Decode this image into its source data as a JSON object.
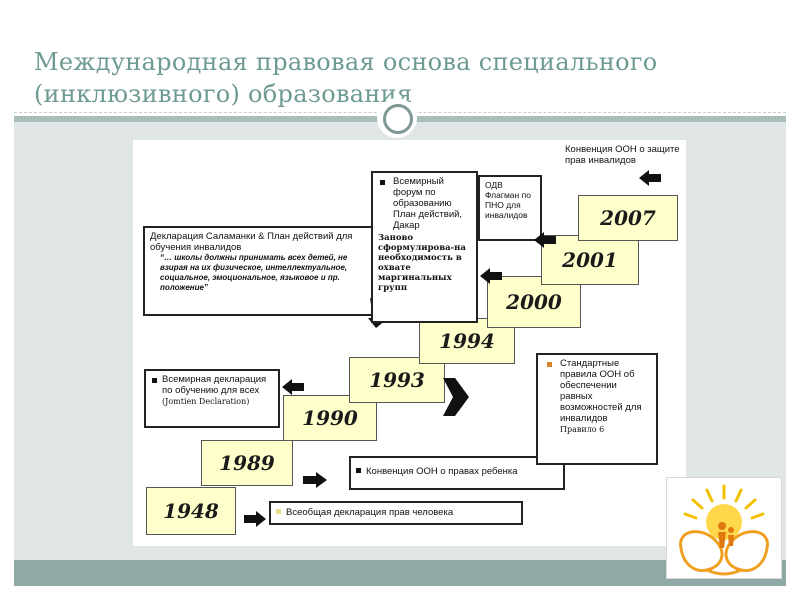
{
  "title": "Международная правовая основа специального (инклюзивного) образования",
  "years": [
    "1948",
    "1989",
    "1990",
    "1993",
    "1994",
    "2000",
    "2001",
    "2007"
  ],
  "boxes": {
    "udhr": "Всеобщая декларация прав человека",
    "crc": "Конвенция ООН о правах ребенка",
    "jomtien_title": "Всемирная декларация по обучению для всех",
    "jomtien_note": "(Jomtien Declaration)",
    "standard_rules_title": "Стандартные правила ООН об обеспечении равных возможностей для инвалидов",
    "standard_rules_note": "Правило 6",
    "salamanca_title": "Декларация Саламанки & План действий для обучения инвалидов",
    "salamanca_quote": "“… школы должны принимать всех детей, не взирая на их физическое, интеллектуальное, социальное, эмоциональное, языковое и пр. положение”",
    "dakar_title": "Всемирный форум по образованию План действий, Дакар",
    "dakar_note": "Заново сформулирова-на необходимость в охвате маргинальных групп",
    "odv": "ОДВ Флагман по ПНО для инвалидов",
    "convention": "Конвенция ООН о защите прав инвалидов"
  },
  "logo_icon": "sun-heart-logo"
}
